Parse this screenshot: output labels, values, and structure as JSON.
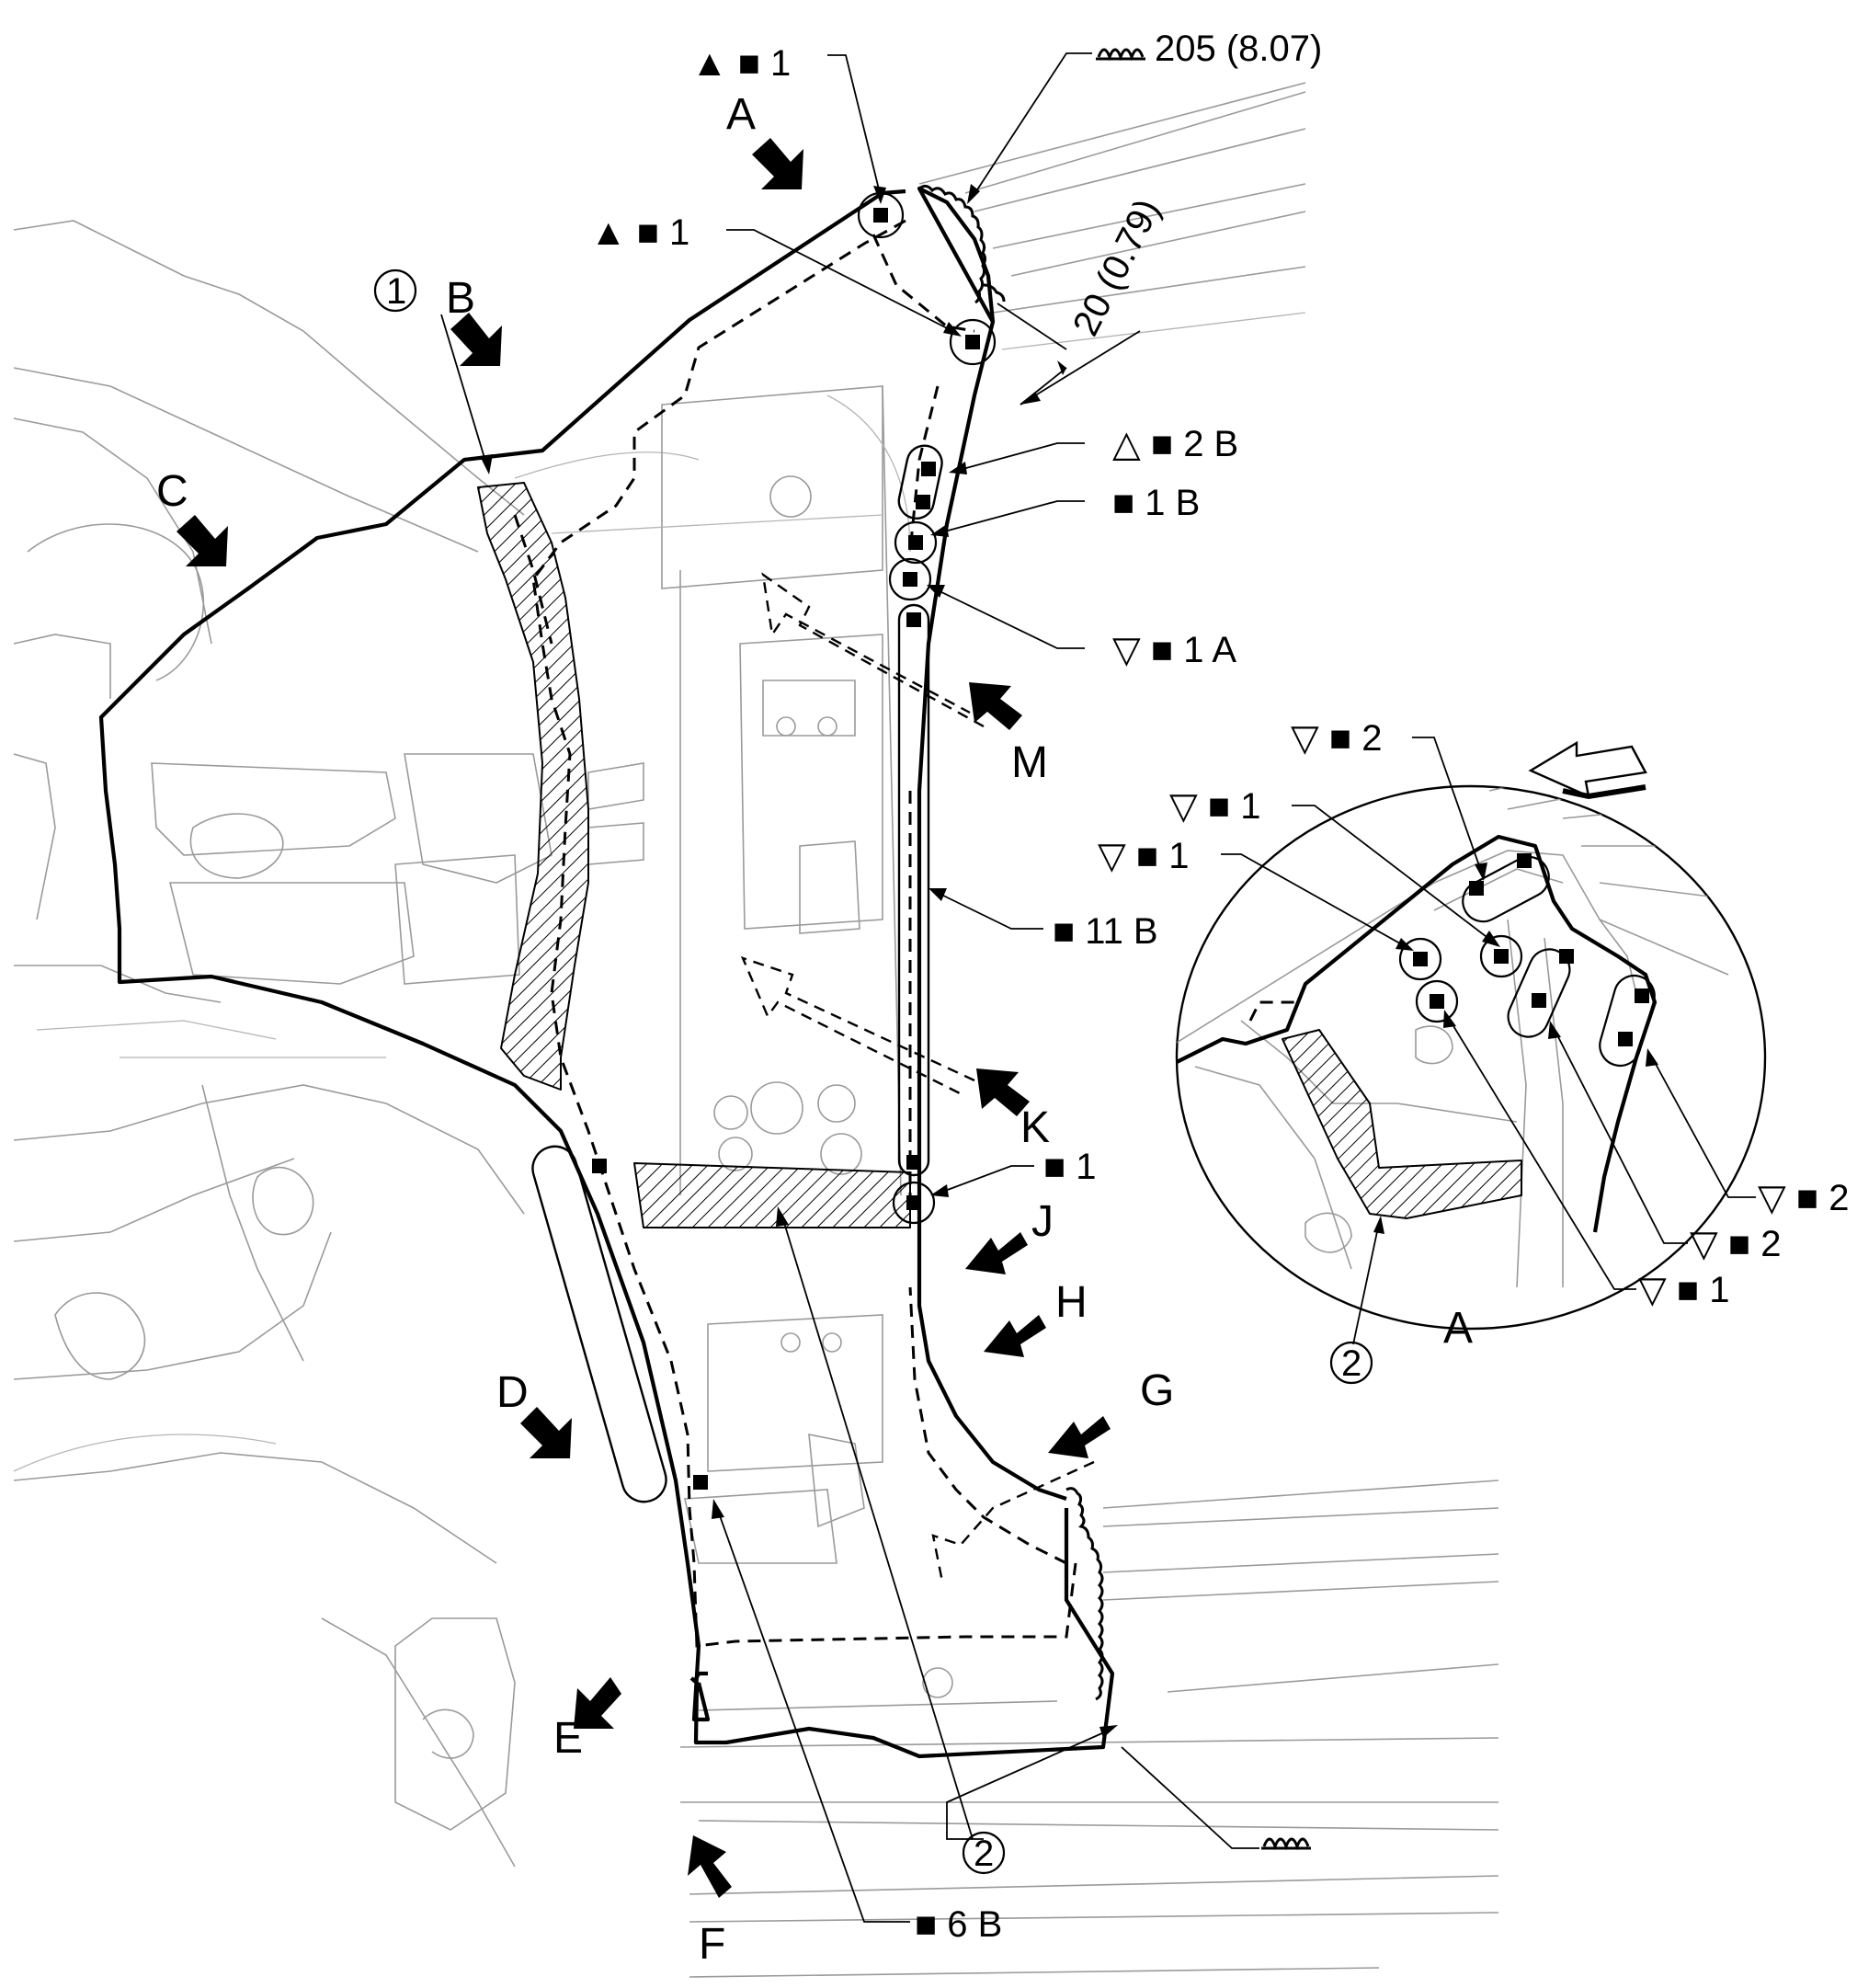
{
  "weld_labels": {
    "top_a": "1",
    "top_b": "1",
    "brazing_top": "205 (8.07)",
    "dimension": "20 (0.79)",
    "l_2b": "2 B",
    "l_1b": "1 B",
    "l_1a": "1 A",
    "l_11b": "11 B",
    "l_1_mid": "1",
    "l_6b": "6 B"
  },
  "view_letters": [
    "A",
    "B",
    "C",
    "D",
    "E",
    "F",
    "G",
    "H",
    "J",
    "K",
    "M"
  ],
  "part_numbers": {
    "p1": "1",
    "p2": "2",
    "detail_p2": "2"
  },
  "detail": {
    "title": "A",
    "labels": {
      "t2": "2",
      "t1a": "1",
      "t1b": "1",
      "r2a": "2",
      "r2b": "2",
      "r1": "1"
    }
  },
  "symbols": {
    "spot_weld_square": "■",
    "triangle_filled": "▲",
    "triangle_outline_up": "△",
    "triangle_outline_down": "▽",
    "brazing_icon": "brazing-icon"
  },
  "colors": {
    "line": "#000000",
    "background_line": "#9a9a9a",
    "background": "#ffffff"
  }
}
